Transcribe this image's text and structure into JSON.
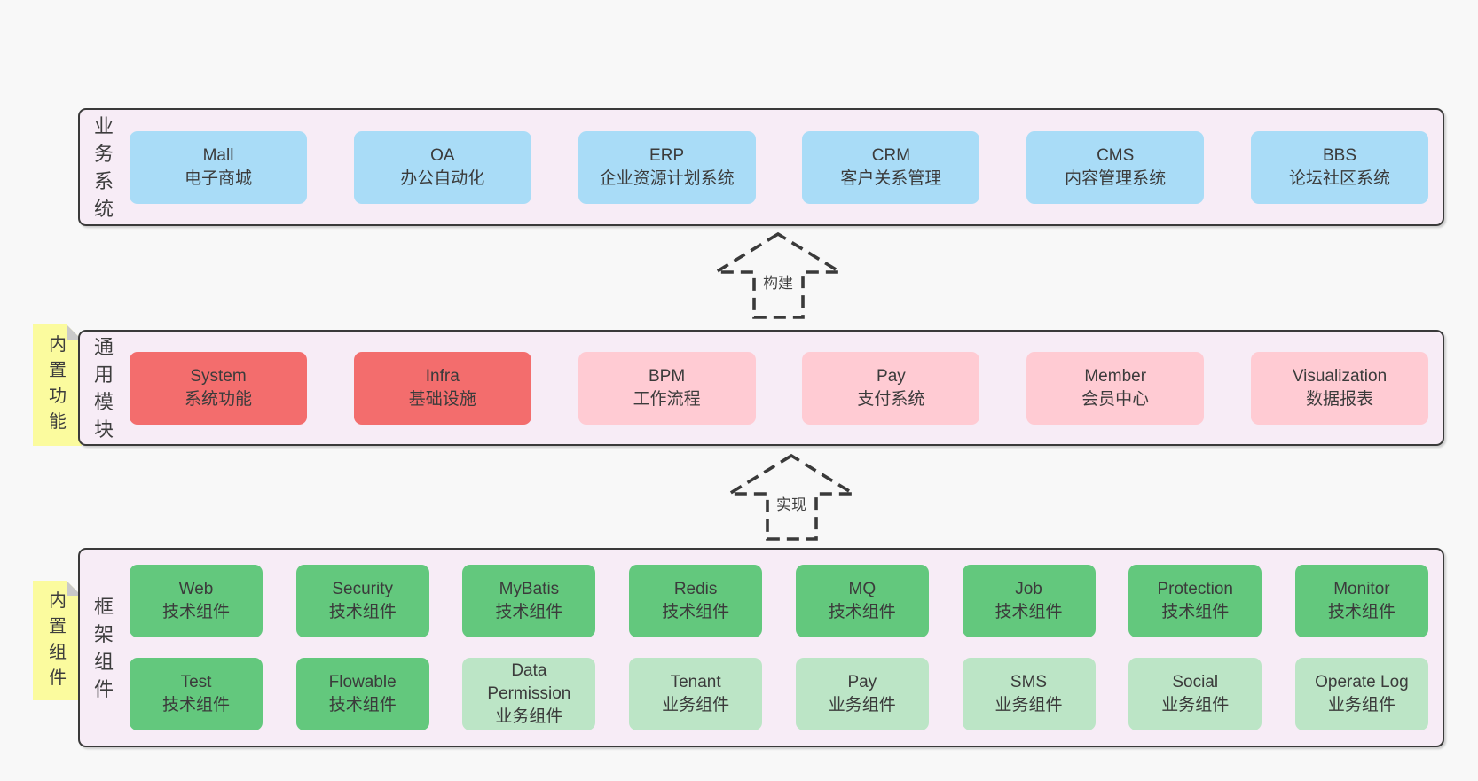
{
  "colors": {
    "page_bg": "#f8f8f8",
    "panel_bg": "#f7ecf6",
    "panel_border": "#3a3a3a",
    "box_blue": "#a9dcf7",
    "box_red": "#f36d6d",
    "box_pink": "#ffcbd3",
    "box_green": "#63c87d",
    "box_light_green": "#bce5c6",
    "note_yellow": "#fbfb9e",
    "note_fold": "#c9c9c9",
    "text": "#3b3b3b"
  },
  "arrows": {
    "build": "构建",
    "implement": "实现"
  },
  "sections": {
    "business": {
      "label": "业务系统",
      "items": [
        {
          "name": "Mall",
          "desc": "电子商城"
        },
        {
          "name": "OA",
          "desc": "办公自动化"
        },
        {
          "name": "ERP",
          "desc": "企业资源计划系统"
        },
        {
          "name": "CRM",
          "desc": "客户关系管理"
        },
        {
          "name": "CMS",
          "desc": "内容管理系统"
        },
        {
          "name": "BBS",
          "desc": "论坛社区系统"
        }
      ]
    },
    "modules": {
      "label": "通用模块",
      "note": "内置功能",
      "items": [
        {
          "name": "System",
          "desc": "系统功能"
        },
        {
          "name": "Infra",
          "desc": "基础设施"
        },
        {
          "name": "BPM",
          "desc": "工作流程"
        },
        {
          "name": "Pay",
          "desc": "支付系统"
        },
        {
          "name": "Member",
          "desc": "会员中心"
        },
        {
          "name": "Visualization",
          "desc": "数据报表"
        }
      ]
    },
    "framework": {
      "label": "框架组件",
      "note": "内置组件",
      "row1": [
        {
          "name": "Web",
          "desc": "技术组件"
        },
        {
          "name": "Security",
          "desc": "技术组件"
        },
        {
          "name": "MyBatis",
          "desc": "技术组件"
        },
        {
          "name": "Redis",
          "desc": "技术组件"
        },
        {
          "name": "MQ",
          "desc": "技术组件"
        },
        {
          "name": "Job",
          "desc": "技术组件"
        },
        {
          "name": "Protection",
          "desc": "技术组件"
        },
        {
          "name": "Monitor",
          "desc": "技术组件"
        }
      ],
      "row2": [
        {
          "name": "Test",
          "desc": "技术组件"
        },
        {
          "name": "Flowable",
          "desc": "技术组件"
        },
        {
          "name": "Data Permission",
          "desc": "业务组件"
        },
        {
          "name": "Tenant",
          "desc": "业务组件"
        },
        {
          "name": "Pay",
          "desc": "业务组件"
        },
        {
          "name": "SMS",
          "desc": "业务组件"
        },
        {
          "name": "Social",
          "desc": "业务组件"
        },
        {
          "name": "Operate Log",
          "desc": "业务组件"
        }
      ]
    }
  }
}
